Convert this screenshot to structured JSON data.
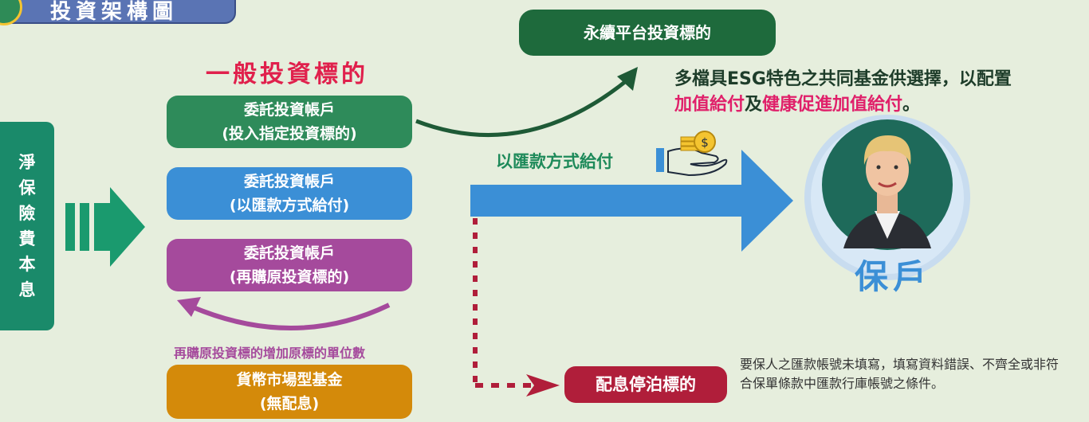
{
  "header": {
    "title": "投資架構圖"
  },
  "left_bar": {
    "chars": [
      "淨",
      "保",
      "險",
      "費",
      "本",
      "息"
    ]
  },
  "general": {
    "title": "一般投資標的",
    "boxes": [
      {
        "line1": "委託投資帳戶",
        "line2": "(投入指定投資標的)",
        "color": "#2e8b5a"
      },
      {
        "line1": "委託投資帳戶",
        "line2": "(以匯款方式給付)",
        "color": "#3b8fd6"
      },
      {
        "line1": "委託投資帳戶",
        "line2": "(再購原投資標的)",
        "color": "#a54a9c"
      }
    ],
    "repurchase_label": "再購原投資標的增加原標的單位數",
    "money_market": {
      "line1": "貨幣市場型基金",
      "line2": "(無配息)",
      "color": "#d48a0a"
    }
  },
  "sustainable": {
    "title": "永續平台投資標的"
  },
  "esg": {
    "line1": "多檔具ESG特色之共同基金供選擇，以配置",
    "part1": "加值給付",
    "part2": "及",
    "part3": "健康促進加值給付",
    "part4": "。"
  },
  "payment": {
    "label": "以匯款方式給付"
  },
  "policyholder": {
    "label": "保戶"
  },
  "parking": {
    "title": "配息停泊標的",
    "note": "要保人之匯款帳號未填寫，填寫資料錯誤、不齊全或非符合保單條款中匯款行庫帳號之條件。"
  },
  "colors": {
    "accent_red": "#e0204c",
    "dark_green": "#1e6a3c",
    "arrow_blue": "#3b8fd6",
    "dotted_red": "#b01e3a",
    "left_green": "#1a8a6a"
  }
}
